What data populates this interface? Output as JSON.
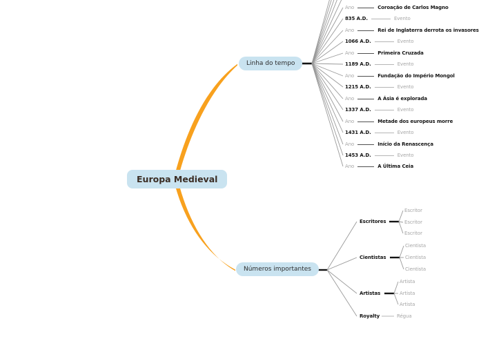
{
  "central": {
    "label": "Europa Medieval"
  },
  "branches": {
    "timeline": {
      "label": "Linha do tempo",
      "rows": [
        {
          "left": "Ano",
          "right": "Coroação de Carlos Magno"
        },
        {
          "left": "835 A.D.",
          "right": "Evento"
        },
        {
          "left": "Ano",
          "right": "Rei de Inglaterra derrota os invasores"
        },
        {
          "left": "1066 A.D.",
          "right": "Evento"
        },
        {
          "left": "Ano",
          "right": "Primeira Cruzada"
        },
        {
          "left": "1189 A.D.",
          "right": "Evento"
        },
        {
          "left": "Ano",
          "right": "Fundação do Império Mongol"
        },
        {
          "left": "1215 A.D.",
          "right": "Evento"
        },
        {
          "left": "Ano",
          "right": "A Ásia é explorada"
        },
        {
          "left": "1337 A.D.",
          "right": "Evento"
        },
        {
          "left": "Ano",
          "right": "Metade dos europeus morre"
        },
        {
          "left": "1431 A.D.",
          "right": "Evento"
        },
        {
          "left": "Ano",
          "right": "Início da Renascença"
        },
        {
          "left": "1453 A.D.",
          "right": "Evento"
        },
        {
          "left": "Ano",
          "right": "A Última Ceia"
        }
      ]
    },
    "numbers": {
      "label": "Números importantes",
      "groups": [
        {
          "label": "Escritores",
          "children": [
            "Escritor",
            "Escritor",
            "Escritor"
          ]
        },
        {
          "label": "Cientistas",
          "children": [
            "Cientista",
            "Cientista",
            "Cientista"
          ]
        },
        {
          "label": "Artistas",
          "children": [
            "Artista",
            "Artista",
            "Artista"
          ]
        },
        {
          "label": "Royalty",
          "children": [
            "Régua"
          ]
        }
      ]
    }
  },
  "colors": {
    "accent_orange": "#f8a11e",
    "node_fill": "#c9e3f0",
    "central_text": "#3b2d24",
    "dark_text": "#141414",
    "muted_text": "#a6a6a6",
    "fan_line": "#999999",
    "trunk_line": "#141414"
  }
}
